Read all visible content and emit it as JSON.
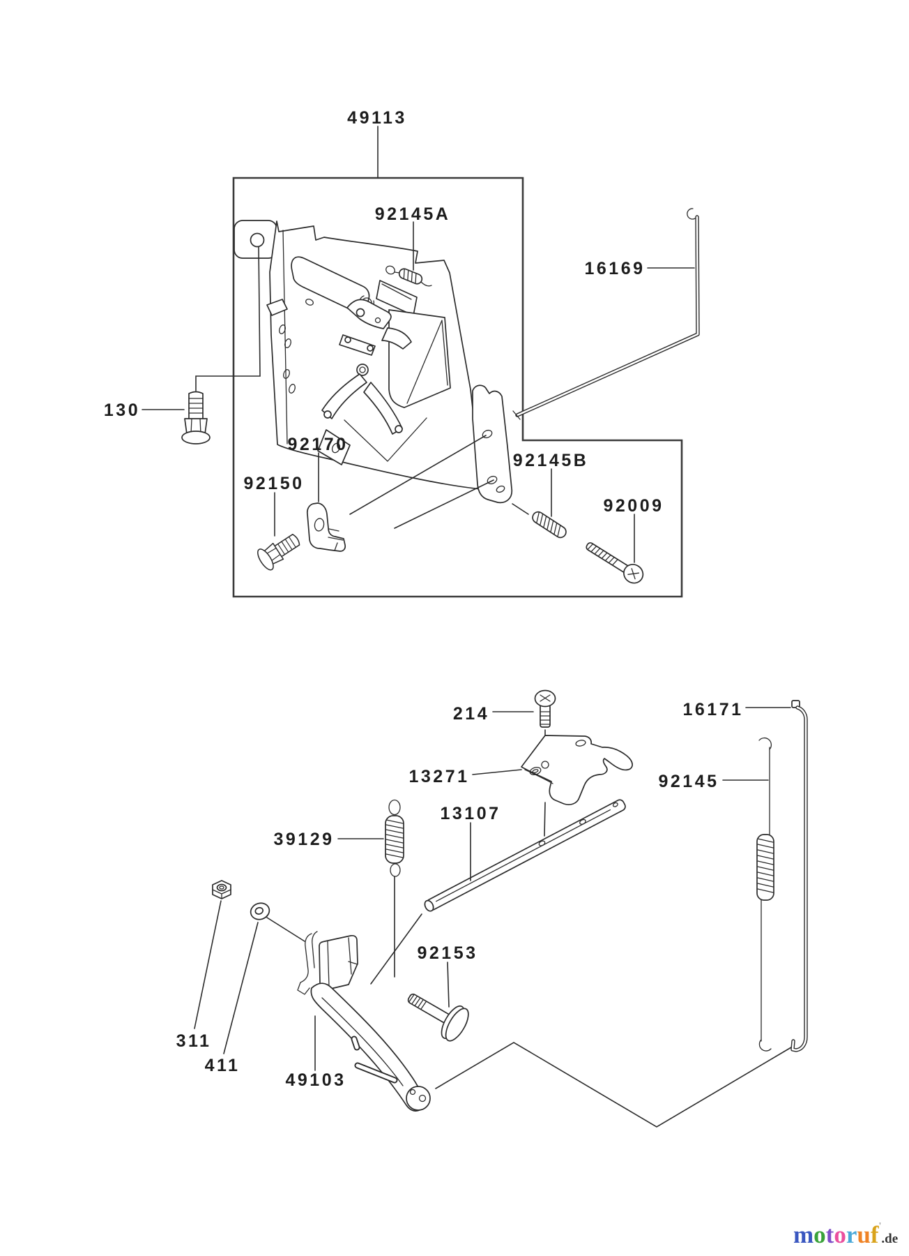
{
  "page": {
    "background_color": "#ffffff",
    "line_color": "#2b2b2b",
    "box_line_color": "#3a3a3a",
    "kind": "exploded parts diagram, engine control equipment"
  },
  "labels": {
    "49113": "49113",
    "92145A": "92145A",
    "16169": "16169",
    "130": "130",
    "92170": "92170",
    "92150": "92150",
    "92145B": "92145B",
    "92009": "92009",
    "214": "214",
    "13271": "13271",
    "16171": "16171",
    "92145": "92145",
    "13107": "13107",
    "39129": "39129",
    "311": "311",
    "411": "411",
    "92153": "92153",
    "49103": "49103"
  },
  "parts": [
    {
      "number": "49113",
      "depicts": "control-panel-assembly-enclosure-box"
    },
    {
      "number": "92145A",
      "depicts": "small-extension-spring"
    },
    {
      "number": "16169",
      "depicts": "bent-control-rod"
    },
    {
      "number": "130",
      "depicts": "flanged-hex-bolt"
    },
    {
      "number": "92170",
      "depicts": "clamp-holder"
    },
    {
      "number": "92150",
      "depicts": "flanged-hex-bolt"
    },
    {
      "number": "92145B",
      "depicts": "compression-spring"
    },
    {
      "number": "92009",
      "depicts": "long-machine-screw"
    },
    {
      "number": "214",
      "depicts": "pan-head-screw"
    },
    {
      "number": "13271",
      "depicts": "stamped-plate"
    },
    {
      "number": "16171",
      "depicts": "long-link-rod"
    },
    {
      "number": "92145",
      "depicts": "long-extension-spring"
    },
    {
      "number": "13107",
      "depicts": "control-shaft"
    },
    {
      "number": "39129",
      "depicts": "extension-spring"
    },
    {
      "number": "311",
      "depicts": "hex-nut"
    },
    {
      "number": "411",
      "depicts": "flat-washer"
    },
    {
      "number": "92153",
      "depicts": "headed-pin"
    },
    {
      "number": "49103",
      "depicts": "governor-control-lever"
    }
  ],
  "watermark": {
    "letters": [
      {
        "ch": "m",
        "color": "#3a57c0"
      },
      {
        "ch": "o",
        "color": "#3aa23a"
      },
      {
        "ch": "t",
        "color": "#7e4fc8"
      },
      {
        "ch": "o",
        "color": "#ea4f9e"
      },
      {
        "ch": "r",
        "color": "#4aa8d8"
      },
      {
        "ch": "u",
        "color": "#ef8326"
      },
      {
        "ch": "f",
        "color": "#d9a31c"
      }
    ],
    "tick": "'",
    "suffix": ".de",
    "suffix_color": "#333333",
    "link": "motoruf.de"
  }
}
